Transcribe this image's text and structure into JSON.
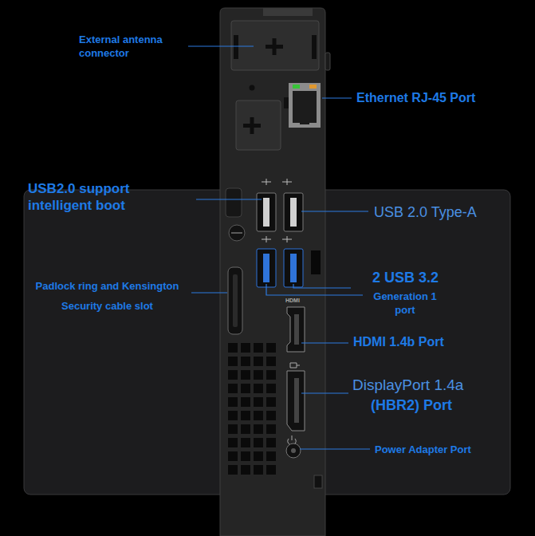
{
  "diagram": {
    "labels": [
      "External antenna connector",
      "Ethernet RJ-45 Port",
      "USB2.0 support intelligent boot",
      "USB 2.0 Type-A",
      "Padlock ring and Kensington Security cable slot",
      "2 USB 3.2",
      "Generation 1 port",
      "HDMI",
      "HDMI 1.4b Port",
      "DisplayPort 1.4a",
      "(HBR2) Port",
      "Power Adapter Port"
    ]
  }
}
